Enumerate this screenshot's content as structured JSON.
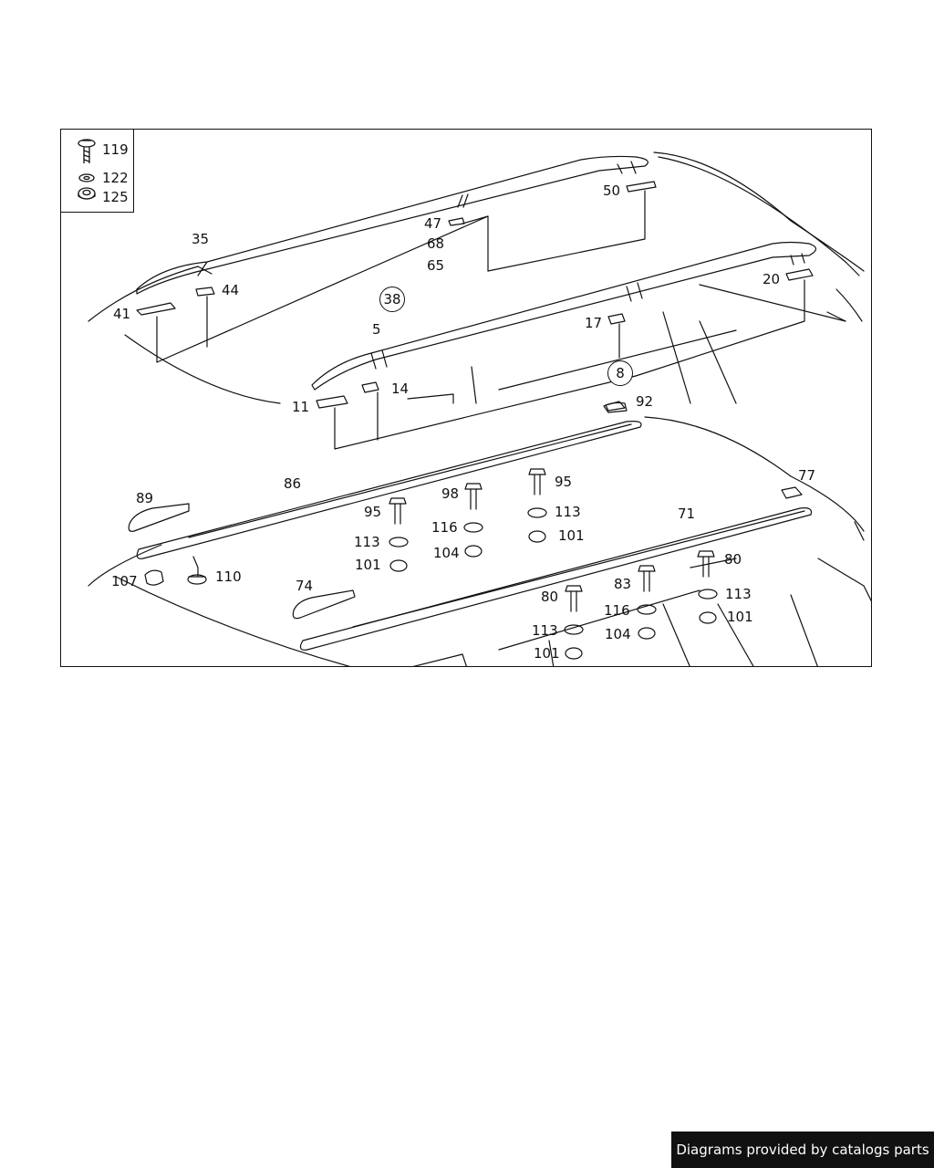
{
  "legend": [
    {
      "icon": "bolt-with-washer-icon",
      "number": "119"
    },
    {
      "icon": "washer-icon",
      "number": "122"
    },
    {
      "icon": "nut-icon",
      "number": "125"
    }
  ],
  "callouts": {
    "p35": "35",
    "p44": "44",
    "p41": "41",
    "p47": "47",
    "p68": "68",
    "p65": "65",
    "p50": "50",
    "p5": "5",
    "p17": "17",
    "p20": "20",
    "p11": "11",
    "p14": "14",
    "p92": "92",
    "p89": "89",
    "p86": "86",
    "p95a": "95",
    "p98": "98",
    "p95b": "95",
    "p113a": "113",
    "p101a": "101",
    "p116a": "116",
    "p104a": "104",
    "p113b": "113",
    "p101b": "101",
    "p107": "107",
    "p110": "110",
    "p74": "74",
    "p71": "71",
    "p77": "77",
    "p80a": "80",
    "p83": "83",
    "p80b": "80",
    "p113c": "113",
    "p101c": "101",
    "p116b": "116",
    "p104b": "104",
    "p113d": "113",
    "p101d": "101"
  },
  "assemblies": {
    "a38": "38",
    "a8": "8"
  },
  "footer": "Diagrams provided by catalogs parts"
}
